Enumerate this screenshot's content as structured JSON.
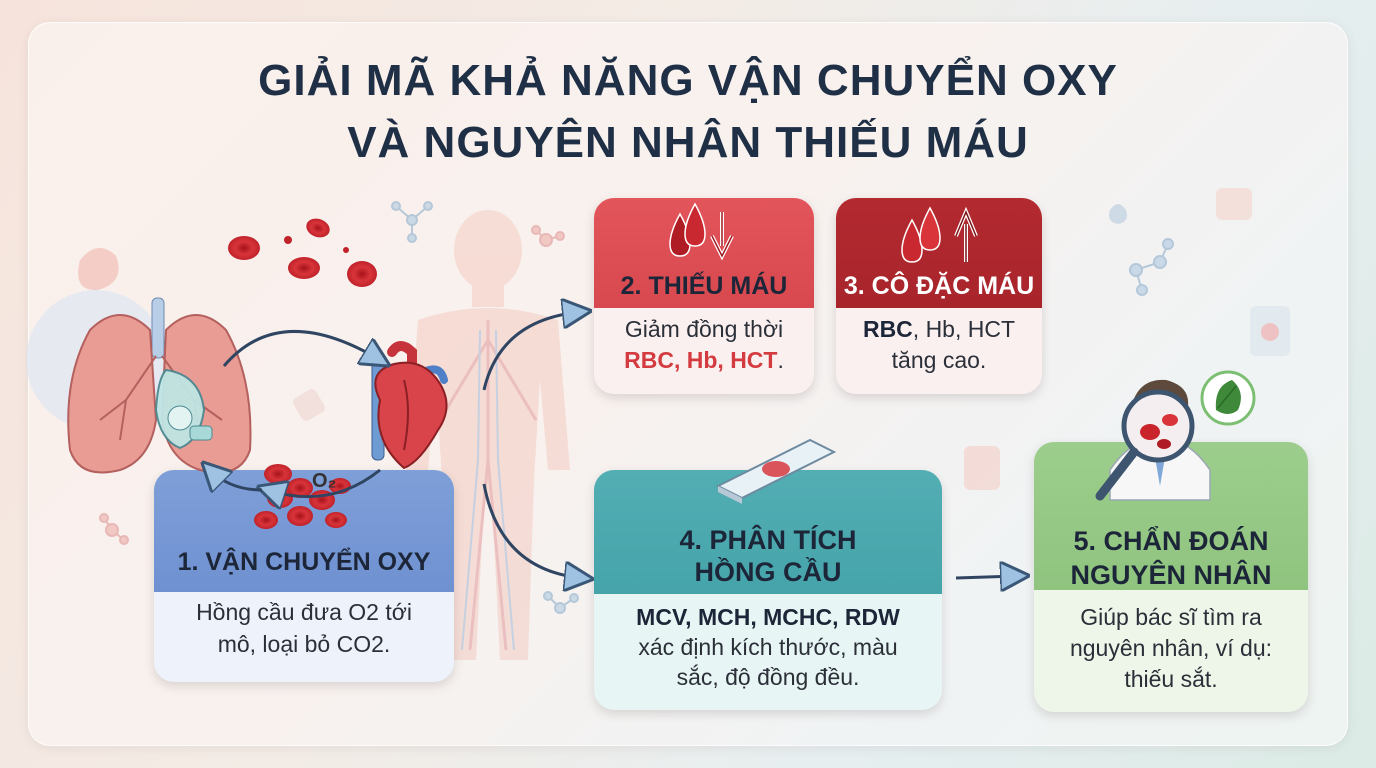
{
  "title": {
    "line1": "GIẢI MÃ KHẢ NĂNG VẬN CHUYỂN OXY",
    "line2": "VÀ NGUYÊN NHÂN THIẾU MÁU"
  },
  "diagram_label_o2": "O₂",
  "cards": {
    "transport": {
      "heading": "1. VẬN CHUYỂN OXY",
      "body_line1": "Hồng cầu đưa O2 tới",
      "body_line2": "mô, loại bỏ CO2."
    },
    "anemia": {
      "heading": "2. THIẾU MÁU",
      "body_line1": "Giảm đồng thời",
      "body_highlight": "RBC, Hb, HCT",
      "body_end": "."
    },
    "polycythemia": {
      "heading": "3. CÔ ĐẶC MÁU",
      "body_bold": "RBC",
      "body_rest": ", Hb, HCT",
      "body_line2": "tăng cao."
    },
    "analysis": {
      "heading_line1": "4. PHÂN TÍCH",
      "heading_line2": "HỒNG CẦU",
      "body_bold": "MCV, MCH, MCHC, RDW",
      "body_line2": "xác định kích thước, màu",
      "body_line3": "sắc, độ đồng đều."
    },
    "diagnosis": {
      "heading_line1": "5. CHẨN ĐOÁN",
      "heading_line2": "NGUYÊN NHÂN",
      "body_line1": "Giúp bác sĩ tìm ra",
      "body_line2": "nguyên nhân, ví dụ:",
      "body_line3": "thiếu sắt."
    }
  },
  "colors": {
    "title": "#1f2f45",
    "transport": "#7f9fd8",
    "anemia": "#e2555a",
    "polycythemia": "#b32a30",
    "analysis": "#52aeb3",
    "diagnosis": "#9ccd8c",
    "highlight": "#d33b40"
  },
  "icons": {
    "lungs": "lungs-icon",
    "heart": "heart-icon",
    "oxygen_mask": "oxygen-mask-icon",
    "red_blood_cells": "red-blood-cells-icon",
    "blood_drops_down": "blood-drops-down-arrow-icon",
    "blood_drops_up": "blood-drops-up-arrow-icon",
    "microscope_slide": "microscope-slide-icon",
    "magnifier_doctor": "doctor-magnifier-icon",
    "spinach": "spinach-leaf-icon",
    "human_silhouette": "human-circulatory-silhouette-icon"
  }
}
